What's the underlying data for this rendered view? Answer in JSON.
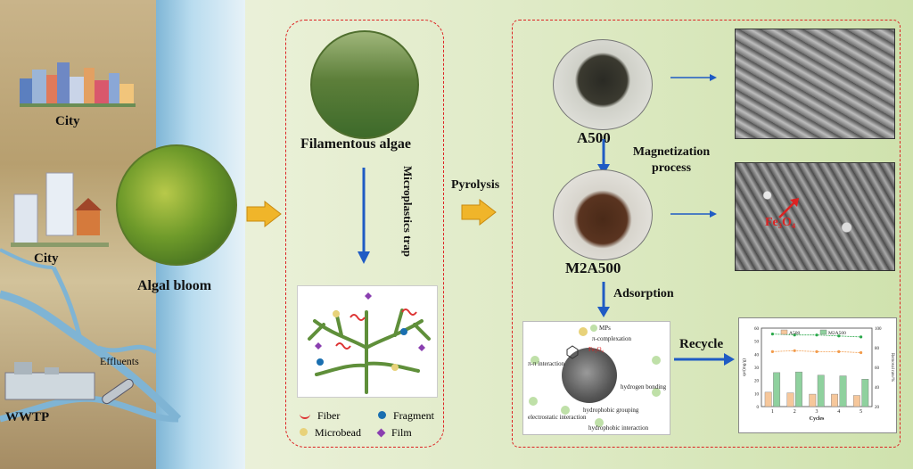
{
  "left_scene": {
    "city_top": "City",
    "city_mid": "City",
    "wwtp": "WWTP",
    "effluents": "Effluents",
    "algal_bloom": "Algal bloom"
  },
  "middle_panel": {
    "algae_label": "Filamentous algae",
    "trap_label": "Microplastics trap",
    "legend": [
      {
        "label": "Fiber",
        "color": "#d33"
      },
      {
        "label": "Fragment",
        "color": "#1a6fb0"
      },
      {
        "label": "Microbead",
        "color": "#e8d27a"
      },
      {
        "label": "Film",
        "color": "#8a3fb0"
      }
    ]
  },
  "process": {
    "pyrolysis": "Pyrolysis",
    "a500": "A500",
    "magnetization": "Magnetization process",
    "m2a500": "M2A500",
    "adsorption": "Adsorption",
    "recycle": "Recycle",
    "fe3o4": "Fe₃O₄"
  },
  "mechanism": {
    "mps": "MPs",
    "pi_complexation": "π-complexation",
    "pi_pi": "π-π interaction",
    "fe3o4": "Fe₃O₄",
    "hydrogen_bonding": "hydrogen bonding",
    "hydrophobic_grouping": "hydrophobic grouping",
    "electrostatic": "electrostatic interaction",
    "hydrophobic_interaction": "hydrophobic interaction"
  },
  "chart_data": {
    "type": "bar",
    "categories": [
      "1",
      "2",
      "3",
      "4",
      "5"
    ],
    "xlabel": "Cycles",
    "ylabel": "qe/(mg/g)",
    "y2label": "Removal rate/%",
    "ylim": [
      0,
      60
    ],
    "y2lim": [
      20,
      100
    ],
    "series": [
      {
        "name": "A500",
        "color": "#f6c79b",
        "values": [
          11,
          10.5,
          9.5,
          9.5,
          8.5
        ]
      },
      {
        "name": "M2A500",
        "color": "#8fd19e",
        "values": [
          26,
          26.5,
          24,
          23.5,
          21
        ]
      }
    ],
    "removal_lines": [
      {
        "name": "A500",
        "color": "#f29b4b",
        "values": [
          76,
          77,
          76,
          76,
          75
        ]
      },
      {
        "name": "M2A500",
        "color": "#2aa84a",
        "values": [
          94,
          93,
          93,
          92,
          91
        ]
      }
    ]
  }
}
